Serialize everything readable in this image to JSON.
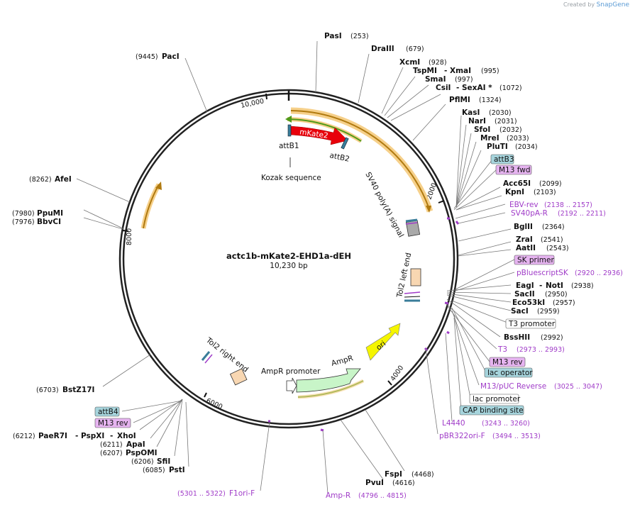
{
  "credit": {
    "created_by": "Created by",
    "brand": "SnapGene"
  },
  "plasmid": {
    "name": "actc1b-mKate2-EHD1a-dEH",
    "length": "10,230 bp"
  },
  "ticks": {
    "t2000": "2000",
    "t4000": "4000",
    "t6000": "6000",
    "t8000": "8000",
    "t10000": "10,000"
  },
  "enzymes": [
    {
      "name": "PasI",
      "pos": "(253)"
    },
    {
      "name": "DraIII",
      "pos": "(679)"
    },
    {
      "name": "XcmI",
      "pos": "(928)"
    },
    {
      "name": "TspMI",
      "sep": "-",
      "name2": "XmaI",
      "pos": "(995)"
    },
    {
      "name": "SmaI",
      "pos": "(997)"
    },
    {
      "name": "CsiI",
      "sep": "-",
      "name2": "SexAI *",
      "pos": "(1072)"
    },
    {
      "name": "PflMI",
      "pos": "(1324)"
    },
    {
      "name": "KasI",
      "pos": "(2030)"
    },
    {
      "name": "NarI",
      "pos": "(2031)"
    },
    {
      "name": "SfoI",
      "pos": "(2032)"
    },
    {
      "name": "MreI",
      "pos": "(2033)"
    },
    {
      "name": "PluTI",
      "pos": "(2034)"
    },
    {
      "name": "Acc65I",
      "pos": "(2099)"
    },
    {
      "name": "KpnI",
      "pos": "(2103)"
    },
    {
      "name": "BglII",
      "pos": "(2364)"
    },
    {
      "name": "ZraI",
      "pos": "(2541)"
    },
    {
      "name": "AatII",
      "pos": "(2543)"
    },
    {
      "name": "EagI",
      "sep": "-",
      "name2": "NotI",
      "pos": "(2938)"
    },
    {
      "name": "SacII",
      "pos": "(2950)"
    },
    {
      "name": "Eco53kI",
      "pos": "(2957)"
    },
    {
      "name": "SacI",
      "pos": "(2959)"
    },
    {
      "name": "BssHII",
      "pos": "(2992)"
    },
    {
      "name": "FspI",
      "pos": "(4468)"
    },
    {
      "name": "PvuI",
      "pos": "(4616)"
    },
    {
      "name": "PstI",
      "pos": "(6085)"
    },
    {
      "name": "SfiI",
      "pos": "(6206)"
    },
    {
      "name": "PspOMI",
      "pos": "(6207)"
    },
    {
      "name": "ApaI",
      "pos": "(6211)"
    },
    {
      "name": "PaeR7I",
      "sep": "-",
      "name2": "PspXI",
      "sep2": "-",
      "name3": "XhoI",
      "pos": "(6212)"
    },
    {
      "name": "BstZ17I",
      "pos": "(6703)"
    },
    {
      "name": "BbvCI",
      "pos": "(7976)"
    },
    {
      "name": "PpuMI",
      "pos": "(7980)"
    },
    {
      "name": "AfeI",
      "pos": "(8262)"
    },
    {
      "name": "PacI",
      "pos": "(9445)"
    }
  ],
  "primers": [
    {
      "name": "EBV-rev",
      "range": "(2138 .. 2157)"
    },
    {
      "name": "SV40pA-R",
      "range": "(2192 .. 2211)"
    },
    {
      "name": "T3",
      "range": "(2973 .. 2993)"
    },
    {
      "name": "M13/pUC Reverse",
      "range": "(3025 .. 3047)"
    },
    {
      "name": "L4440",
      "range": "(3243 .. 3260)"
    },
    {
      "name": "pBR322ori-F",
      "range": "(3494 .. 3513)"
    },
    {
      "name": "Amp-R",
      "range": "(4796 .. 4815)"
    },
    {
      "name": "F1ori-F",
      "range": "(5301 .. 5322)"
    }
  ],
  "boxes": {
    "attB3": "attB3",
    "m13fwd": "M13 fwd",
    "skprimer": "SK primer",
    "pbluescript": "pBluescriptSK",
    "pbluescript_range": "(2920 .. 2936)",
    "t3promoter": "T3 promoter",
    "m13rev_r": "M13 rev",
    "lacop": "lac operator",
    "lacpromoter": "lac promoter",
    "cap": "CAP binding site",
    "attB4": "attB4",
    "m13rev_l": "M13 rev"
  },
  "features": {
    "mkate2": "mKate2",
    "attb1": "attB1",
    "attb2": "attB2",
    "kozak": "Kozak sequence",
    "sv40": "SV40 poly(A) signal",
    "tol2left": "Tol2 left end",
    "tol2right": "Tol2 right end",
    "ori": "ori",
    "ampr": "AmpR",
    "ampr_promoter": "AmpR promoter"
  },
  "colors": {
    "backbone": "#222222",
    "mkate2": "#e8000b",
    "ori": "#f5f500",
    "ampr": "#c8f5c8",
    "primer": "#a03cc8",
    "highlight": "#f6d08a",
    "green_line": "#4f9a1a",
    "box_purple": "#e6b4f0",
    "box_teal": "#a6d4dc",
    "box_white": "#ffffff",
    "tol2": "#f8d7b2"
  }
}
